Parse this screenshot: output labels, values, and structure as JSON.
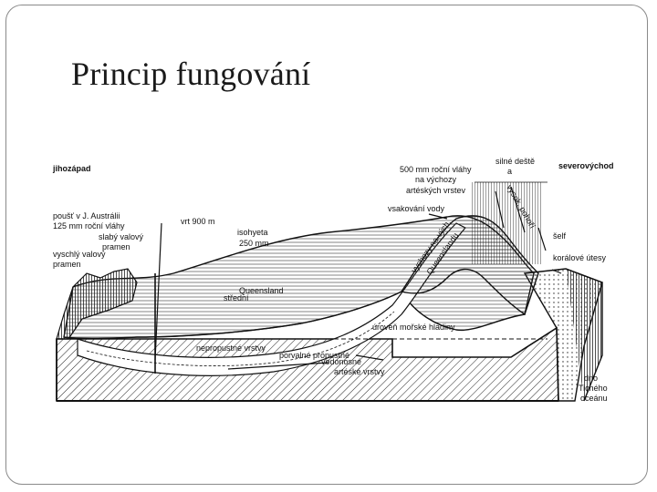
{
  "slide": {
    "title": "Princip fungování"
  },
  "diagram": {
    "direction_left": "jihozápad",
    "direction_right": "severovýchod",
    "labels": {
      "rain_line1": "500 mm roční vláhy",
      "rain_line2": "na výchozy",
      "rain_line3": "artéských vrstev",
      "heavy_rain_line1": "silné deště",
      "heavy_rain_line2": "a",
      "infiltration": "vsakování vody",
      "desert_line1": "poušť v J. Austrálii",
      "desert_line2": "125 mm roční vláhy",
      "weak_spring_line1": "slabý valový",
      "weak_spring_line2": "pramen",
      "dry_spring_line1": "vyschlý valový",
      "dry_spring_line2": "pramen",
      "well": "vrt 900 m",
      "isohyet_line1": "isohyeta",
      "isohyet_line2": "250 mm",
      "shelf": "šelf",
      "coral": "korálové útesy",
      "central": "střední",
      "queensland": "Queensland",
      "impermeable": "nepropustné vrstvy",
      "permeable": "porvalné propustné",
      "sea_level": "úroveň mořské hladiny",
      "aquifer_line1": "vodonosné",
      "aquifer_line2": "artéské vrstvy",
      "ocean_line1": "dno",
      "ocean_line2": "Tichého",
      "ocean_line3": "oceánu",
      "slope_text_1": "vychozy na vých.",
      "slope_text_2": "Queenslandu",
      "rain_diag_1": "vysok. pohoří"
    }
  }
}
